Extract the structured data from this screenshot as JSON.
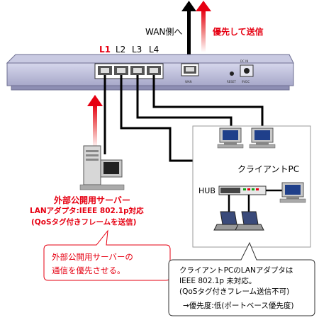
{
  "router": {
    "port_labels": [
      "L1",
      "L2",
      "L3",
      "L4"
    ],
    "wan_port_label": "WAN",
    "reset_label": "RESET",
    "dc_label": "9VDC",
    "dc_top_label": "DC IN"
  },
  "top": {
    "wan_label": "WAN側へ",
    "priority_label": "優先して送信"
  },
  "server": {
    "title": "外部公開用サーバー",
    "line1": "LANアダプタ:IEEE 802.1p対応",
    "line2": "(QoSタグ付きフレームを送信)"
  },
  "client_area": {
    "label": "クライアントPC",
    "hub_label": "HUB"
  },
  "callout_left": {
    "line1": "外部公開用サーバーの",
    "line2": "通信を優先させる。"
  },
  "callout_right": {
    "line1": "クライアントPCのLANアダプタは",
    "line2": "IEEE 802.1p 未対応。",
    "line3": "(QoSタグ付きフレーム送信不可)",
    "line4": "→優先度:低(ポートベース優先度)"
  },
  "colors": {
    "accent_red": "#e60012",
    "router_body": "#b9bad8",
    "cable": "#000000"
  }
}
